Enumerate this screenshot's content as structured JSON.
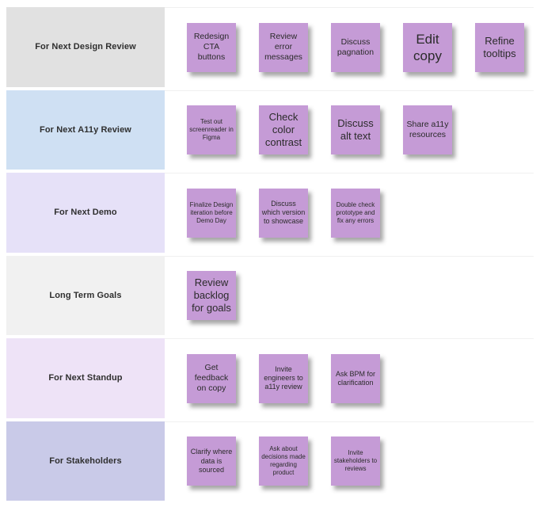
{
  "board": {
    "note_color": "#c59bd6",
    "note_text_color": "#2b2b2b",
    "rows": [
      {
        "label": "For Next Design Review",
        "label_bg": "#e1e1e1",
        "notes": [
          {
            "text": "Redesign CTA buttons",
            "size": "md"
          },
          {
            "text": "Review error messages",
            "size": "md"
          },
          {
            "text": "Discuss pagnation",
            "size": "md"
          },
          {
            "text": "Edit copy",
            "size": "xl"
          },
          {
            "text": "Refine tooltips",
            "size": "lg"
          }
        ]
      },
      {
        "label": "For Next A11y Review",
        "label_bg": "#cfe0f3",
        "notes": [
          {
            "text": "Test out screenreader in Figma",
            "size": "xs"
          },
          {
            "text": "Check color contrast",
            "size": "lg"
          },
          {
            "text": "Discuss alt text",
            "size": "lg"
          },
          {
            "text": "Share a11y resources",
            "size": "md"
          }
        ]
      },
      {
        "label": "For Next Demo",
        "label_bg": "#e6e1f8",
        "notes": [
          {
            "text": "Finalize Design iteration before Demo Day",
            "size": "xs"
          },
          {
            "text": "Discuss which version to showcase",
            "size": "sm"
          },
          {
            "text": "Double check prototype and fix any errors",
            "size": "xs"
          }
        ]
      },
      {
        "label": "Long Term Goals",
        "label_bg": "#f1f1f1",
        "notes": [
          {
            "text": "Review backlog for goals",
            "size": "lg"
          }
        ]
      },
      {
        "label": "For Next Standup",
        "label_bg": "#eee3f7",
        "notes": [
          {
            "text": "Get feedback on copy",
            "size": "md"
          },
          {
            "text": "Invite engineers to a11y review",
            "size": "sm"
          },
          {
            "text": "Ask BPM for clarification",
            "size": "sm"
          }
        ]
      },
      {
        "label": "For Stakeholders",
        "label_bg": "#c9cae8",
        "notes": [
          {
            "text": "Clarify where data is sourced",
            "size": "sm"
          },
          {
            "text": "Ask about decisions made regarding product",
            "size": "xs"
          },
          {
            "text": "Invite stakeholders to reviews",
            "size": "xs"
          }
        ]
      }
    ]
  }
}
